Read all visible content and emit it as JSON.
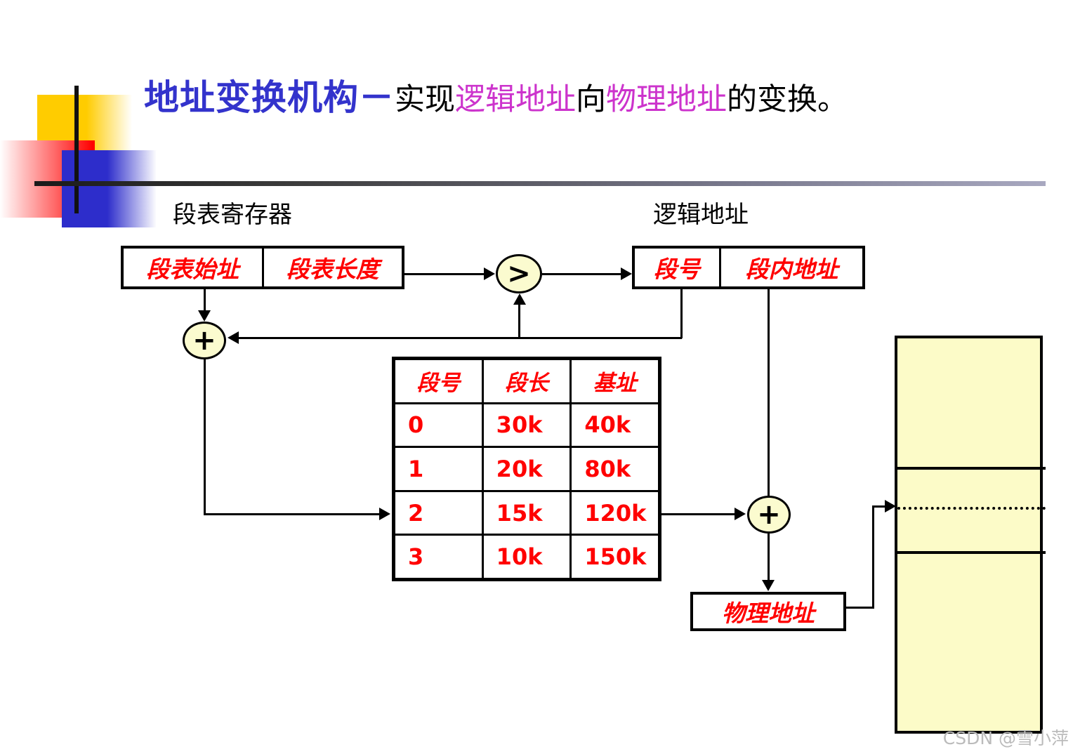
{
  "slide": {
    "title": {
      "heading": "地址变换机构",
      "dash": "－",
      "part1": "实现",
      "highlight1": "逻辑地址",
      "part2": "向",
      "highlight2": "物理地址",
      "part3": "的变换。"
    },
    "colors": {
      "heading": "#3333CC",
      "highlight": "#CC33CC",
      "body_text": "#000000",
      "diagram_text": "#FF0000",
      "node_fill": "#FBFBCF",
      "memory_fill": "#FCFBC8",
      "deco_yellow": "#FFCC00",
      "deco_red": "#FF0000",
      "deco_blue": "#2D2DCB"
    }
  },
  "diagram": {
    "segment_register": {
      "label": "段表寄存器",
      "fields": [
        "段表始址",
        "段表长度"
      ]
    },
    "logical_address": {
      "label": "逻辑地址",
      "fields": [
        "段号",
        "段内地址"
      ]
    },
    "comparator": {
      "symbol": ">",
      "name": "compare-node"
    },
    "adder_left": {
      "symbol": "+",
      "name": "adder-node-left"
    },
    "adder_right": {
      "symbol": "+",
      "name": "adder-node-right"
    },
    "physical_address": {
      "label": "物理地址"
    },
    "segment_table": {
      "headers": [
        "段号",
        "段长",
        "基址"
      ],
      "rows": [
        [
          "0",
          "30k",
          "40k"
        ],
        [
          "1",
          "20k",
          "80k"
        ],
        [
          "2",
          "15k",
          "120k"
        ],
        [
          "3",
          "10k",
          "150k"
        ]
      ]
    },
    "memory": {
      "name": "memory-column",
      "segments": 3
    }
  },
  "watermark": "CSDN @雪小萍"
}
